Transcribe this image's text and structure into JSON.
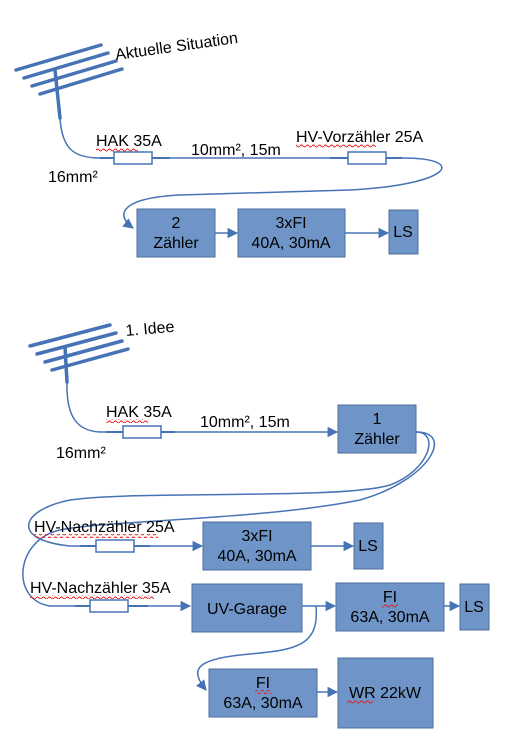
{
  "colors": {
    "box_fill": "#6f95c8",
    "box_stroke": "#4a6e9c",
    "line": "#4673b5",
    "fuse_fill": "#ffffff",
    "spell_underline": "#e21b1b"
  },
  "section1": {
    "title": "Aktuelle Situation",
    "hak_label": "HAK 35A",
    "cable_label": "10mm², 15m",
    "vorzaehler_label": "HV-Vorzähler 25A",
    "feed_label": "16mm²",
    "box_zaehler": {
      "line1": "2",
      "line2": "Zähler"
    },
    "box_fi": {
      "line1": "3xFI",
      "line2": "40A, 30mA"
    },
    "box_ls": {
      "line1": "LS"
    }
  },
  "section2": {
    "title": "1. Idee",
    "hak_label": "HAK 35A",
    "cable_label": "10mm², 15m",
    "feed_label": "16mm²",
    "box_zaehler": {
      "line1": "1",
      "line2": "Zähler"
    },
    "nachzaehler25_label": "HV-Nachzähler 25A",
    "box_fi25": {
      "line1": "3xFI",
      "line2": "40A, 30mA"
    },
    "box_ls25": {
      "line1": "LS"
    },
    "nachzaehler35_label": "HV-Nachzähler 35A",
    "box_uv": {
      "line1": "UV-Garage"
    },
    "box_fi63a": {
      "line1": "FI",
      "line2": "63A, 30mA"
    },
    "box_ls63": {
      "line1": "LS"
    },
    "box_fi63b": {
      "line1": "FI",
      "line2": "63A, 30mA"
    },
    "box_wr": {
      "line1": "WR 22kW"
    }
  }
}
